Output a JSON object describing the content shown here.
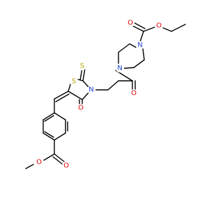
{
  "structure": {
    "atom_labels": {
      "S1": "S",
      "S2": "S",
      "N1": "N",
      "O1": "O",
      "O2": "O",
      "N2": "N",
      "N3": "N",
      "O3": "O",
      "O4": "O",
      "O5": "O",
      "O6": "O"
    },
    "colors": {
      "S": "#b8a800",
      "N": "#1f3fd8",
      "O": "#e00000",
      "bond": "#000000"
    }
  }
}
